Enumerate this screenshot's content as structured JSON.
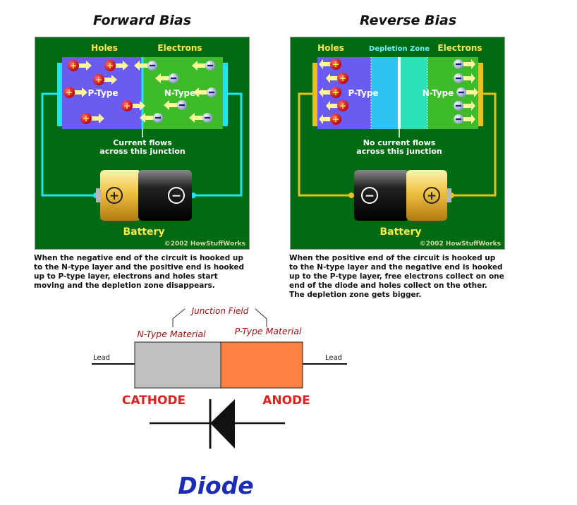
{
  "forward": {
    "title": "Forward Bias",
    "holes_label": "Holes",
    "electrons_label": "Electrons",
    "p_label": "P-Type",
    "n_label": "N-Type",
    "junction_line1": "Current flows",
    "junction_line2": "across this junction",
    "battery_label": "Battery",
    "copyright": "©2002 HowStuffWorks",
    "description": "When the negative end of the circuit is hooked up to the N-type layer and the positive end is hooked up to P-type layer, electrons and holes start moving and the depletion zone disappears."
  },
  "reverse": {
    "title": "Reverse Bias",
    "holes_label": "Holes",
    "depletion_label": "Depletion Zone",
    "electrons_label": "Electrons",
    "p_label": "P-Type",
    "n_label": "N-Type",
    "junction_line1": "No current flows",
    "junction_line2": "across this junction",
    "battery_label": "Battery",
    "copyright": "©2002 HowStuffWorks",
    "description": "When the positive end of the circuit is hooked up to the N-type layer and the negative end is hooked up to the P-type layer, free electrons collect on one end of the diode and holes collect on the other. The depletion zone gets bigger."
  },
  "diode": {
    "junction_field": "Junction Field",
    "n_material": "N-Type Material",
    "p_material": "P-Type Material",
    "lead_left": "Lead",
    "lead_right": "Lead",
    "cathode": "CATHODE",
    "anode": "ANODE",
    "title": "Diode"
  },
  "symbols": {
    "plus": "+",
    "minus": "−"
  },
  "colors": {
    "panel_bg": "#006b12",
    "p_type": "#6a5cf0",
    "n_type": "#3dbb2a",
    "depletion": "#2ec4f0",
    "forward_wire": "#22e3f0",
    "reverse_wire": "#e8c020",
    "hole_red": "#d4141e",
    "label_yellow": "#ffe84a",
    "n_material": "#c0c0c0",
    "p_material": "#ff8040",
    "cathode_anode_red": "#e02020",
    "diode_title_blue": "#1a2cb8"
  }
}
